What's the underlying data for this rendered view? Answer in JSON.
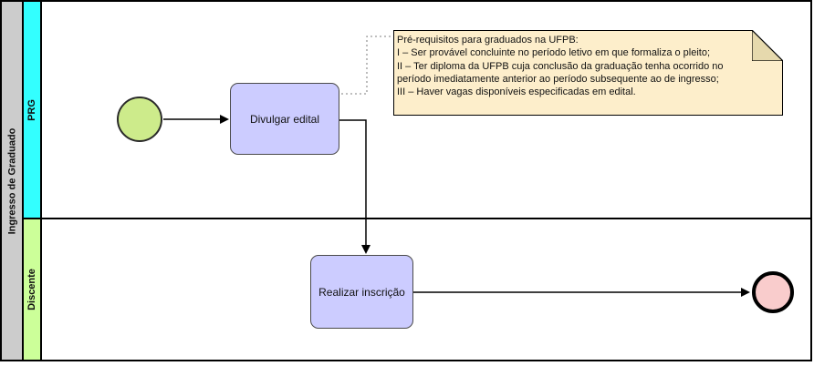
{
  "pool": {
    "label": "Ingresso de Graduado"
  },
  "lanes": [
    {
      "label": "PRG",
      "color": "#33ffff"
    },
    {
      "label": "Discente",
      "color": "#ccff99"
    }
  ],
  "tasks": [
    {
      "label": "Divulgar edital"
    },
    {
      "label": "Realizar inscrição"
    }
  ],
  "events": [
    {
      "name": "start-event",
      "fill": "#cdeb8b"
    },
    {
      "name": "end-event",
      "fill": "#f9cccc"
    }
  ],
  "annotation": {
    "lines": [
      "Pré-requisitos para graduados na UFPB:",
      "I – Ser provável concluinte no período letivo em que formaliza o pleito;",
      "II – Ter diploma da UFPB cuja conclusão da graduação tenha ocorrido no",
      "período imediatamente anterior ao período subsequente ao de ingresso;",
      "III – Haver vagas disponíveis especificadas em edital."
    ],
    "fill": "#fdeecb",
    "fold_color": "#e6d9ad"
  },
  "colors": {
    "pool_header": "#cccccc",
    "task_fill": "#ccccff",
    "flow": "#000000",
    "association": "#999999",
    "border": "#000000"
  }
}
